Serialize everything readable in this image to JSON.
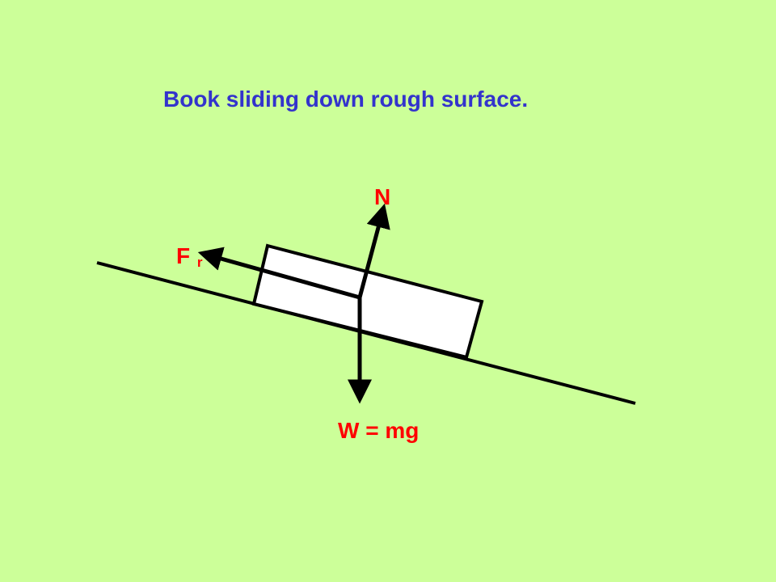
{
  "slide": {
    "title": "Book sliding down rough surface.",
    "background_color": "#ccff99"
  },
  "colors": {
    "title": "#3333cc",
    "labels": "#ff0000",
    "lines": "#000000",
    "book_fill": "#ffffff"
  },
  "diagram": {
    "labels": {
      "normal": "N",
      "friction_main": "F",
      "friction_sub": "r",
      "weight": "W = mg"
    },
    "icons": {
      "normal_arrow": "arrow-up-icon",
      "friction_arrow": "arrow-left-icon",
      "weight_arrow": "arrow-down-icon"
    }
  }
}
